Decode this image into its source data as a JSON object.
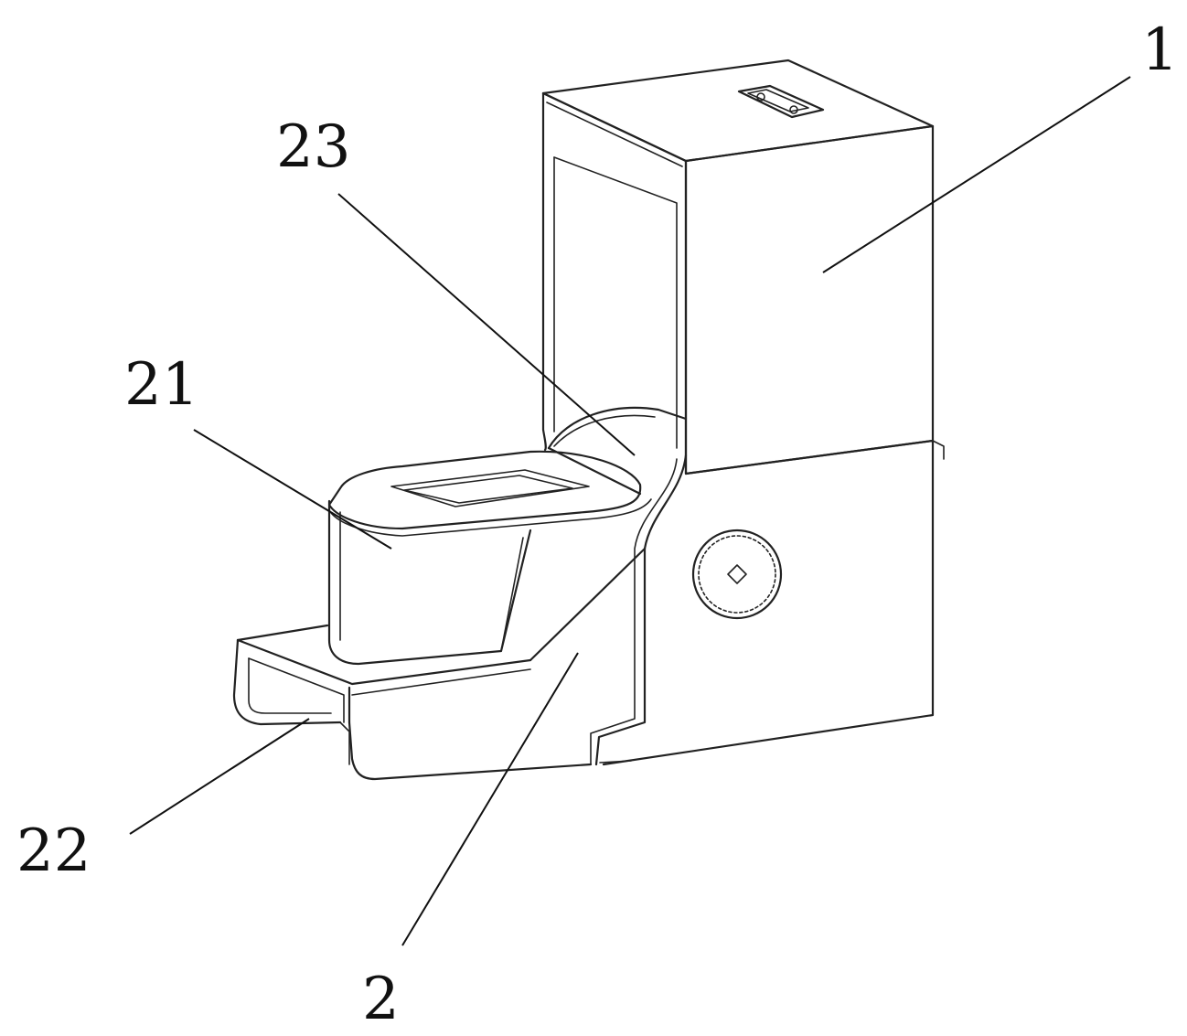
{
  "figure": {
    "labels": {
      "part_1": "1",
      "part_2": "2",
      "part_21": "21",
      "part_22": "22",
      "part_23": "23"
    }
  }
}
